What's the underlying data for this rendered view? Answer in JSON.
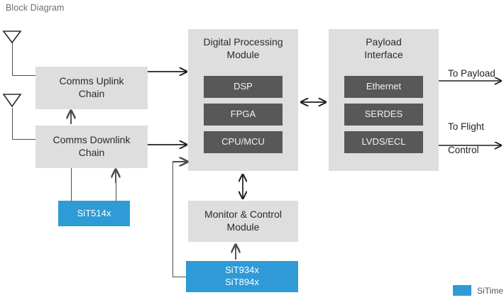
{
  "title": "Block Diagram",
  "colors": {
    "block_gray": "#dededf",
    "block_dark": "#585858",
    "sitime_blue": "#2e9bd6",
    "line": "#4d4d4d",
    "title_text": "#6d6d6d"
  },
  "antennas": [
    {
      "name": "uplink-antenna"
    },
    {
      "name": "downlink-antenna"
    }
  ],
  "comms": {
    "uplink": "Comms Uplink\nChain",
    "uplink_line1": "Comms Uplink",
    "uplink_line2": "Chain",
    "downlink_line1": "Comms Downlink",
    "downlink_line2": "Chain"
  },
  "digital_processing": {
    "title_line1": "Digital Processing",
    "title_line2": "Module",
    "items": [
      {
        "label": "DSP"
      },
      {
        "label": "FPGA"
      },
      {
        "label": "CPU/MCU"
      }
    ]
  },
  "payload_interface": {
    "title_line1": "Payload",
    "title_line2": "Interface",
    "items": [
      {
        "label": "Ethernet"
      },
      {
        "label": "SERDES"
      },
      {
        "label": "LVDS/ECL"
      }
    ]
  },
  "monitor_control": {
    "title_line1": "Monitor & Control",
    "title_line2": "Module"
  },
  "sitime_parts": {
    "clock_514x": "SiT514x",
    "osc_934x": "SiT934x",
    "osc_894x": "SiT894x"
  },
  "edge_labels": {
    "to_payload": "To Payload",
    "to_flight_control_line1": "To Flight",
    "to_flight_control_line2": "Control"
  },
  "legend": {
    "label": "SiTime"
  }
}
